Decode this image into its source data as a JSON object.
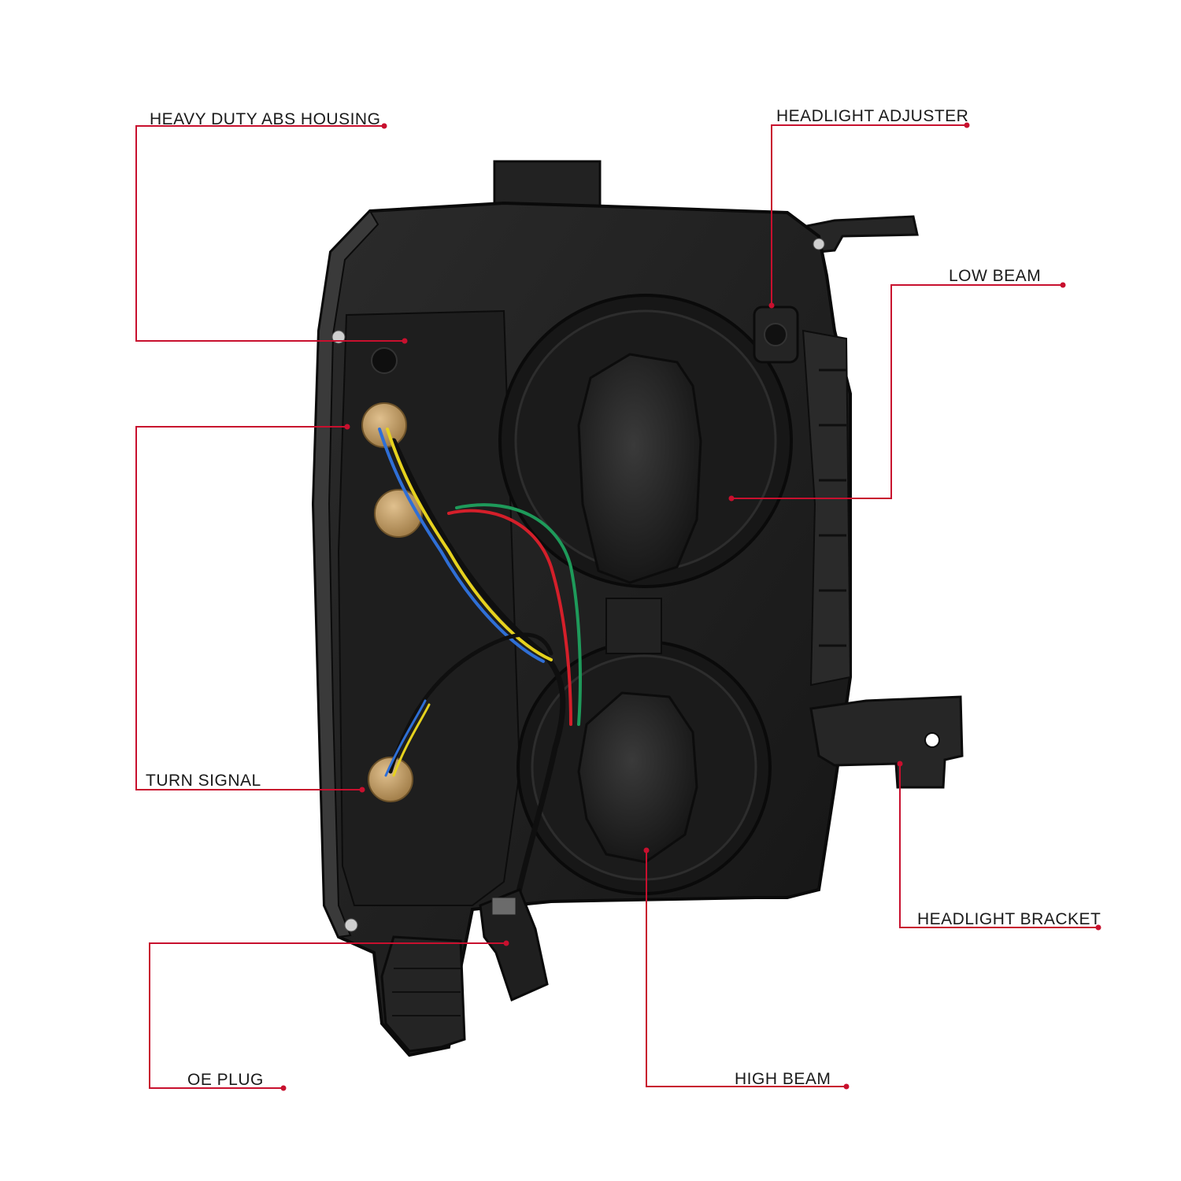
{
  "callouts": {
    "housing": "HEAVY DUTY ABS HOUSING",
    "adjuster": "HEADLIGHT ADJUSTER",
    "low_beam": "LOW BEAM",
    "turn_signal": "TURN SIGNAL",
    "bracket": "HEADLIGHT BRACKET",
    "oe_plug": "OE PLUG",
    "high_beam": "HIGH BEAM"
  },
  "colors": {
    "leader_line": "#c8102e",
    "housing_body": "#1c1c1c",
    "bulb_socket": "#c9a36b",
    "wire_blue": "#2f6fd6",
    "wire_yellow": "#e6d21e",
    "wire_red": "#d41f2a",
    "wire_green": "#1e9a5a",
    "wire_black": "#111111"
  }
}
